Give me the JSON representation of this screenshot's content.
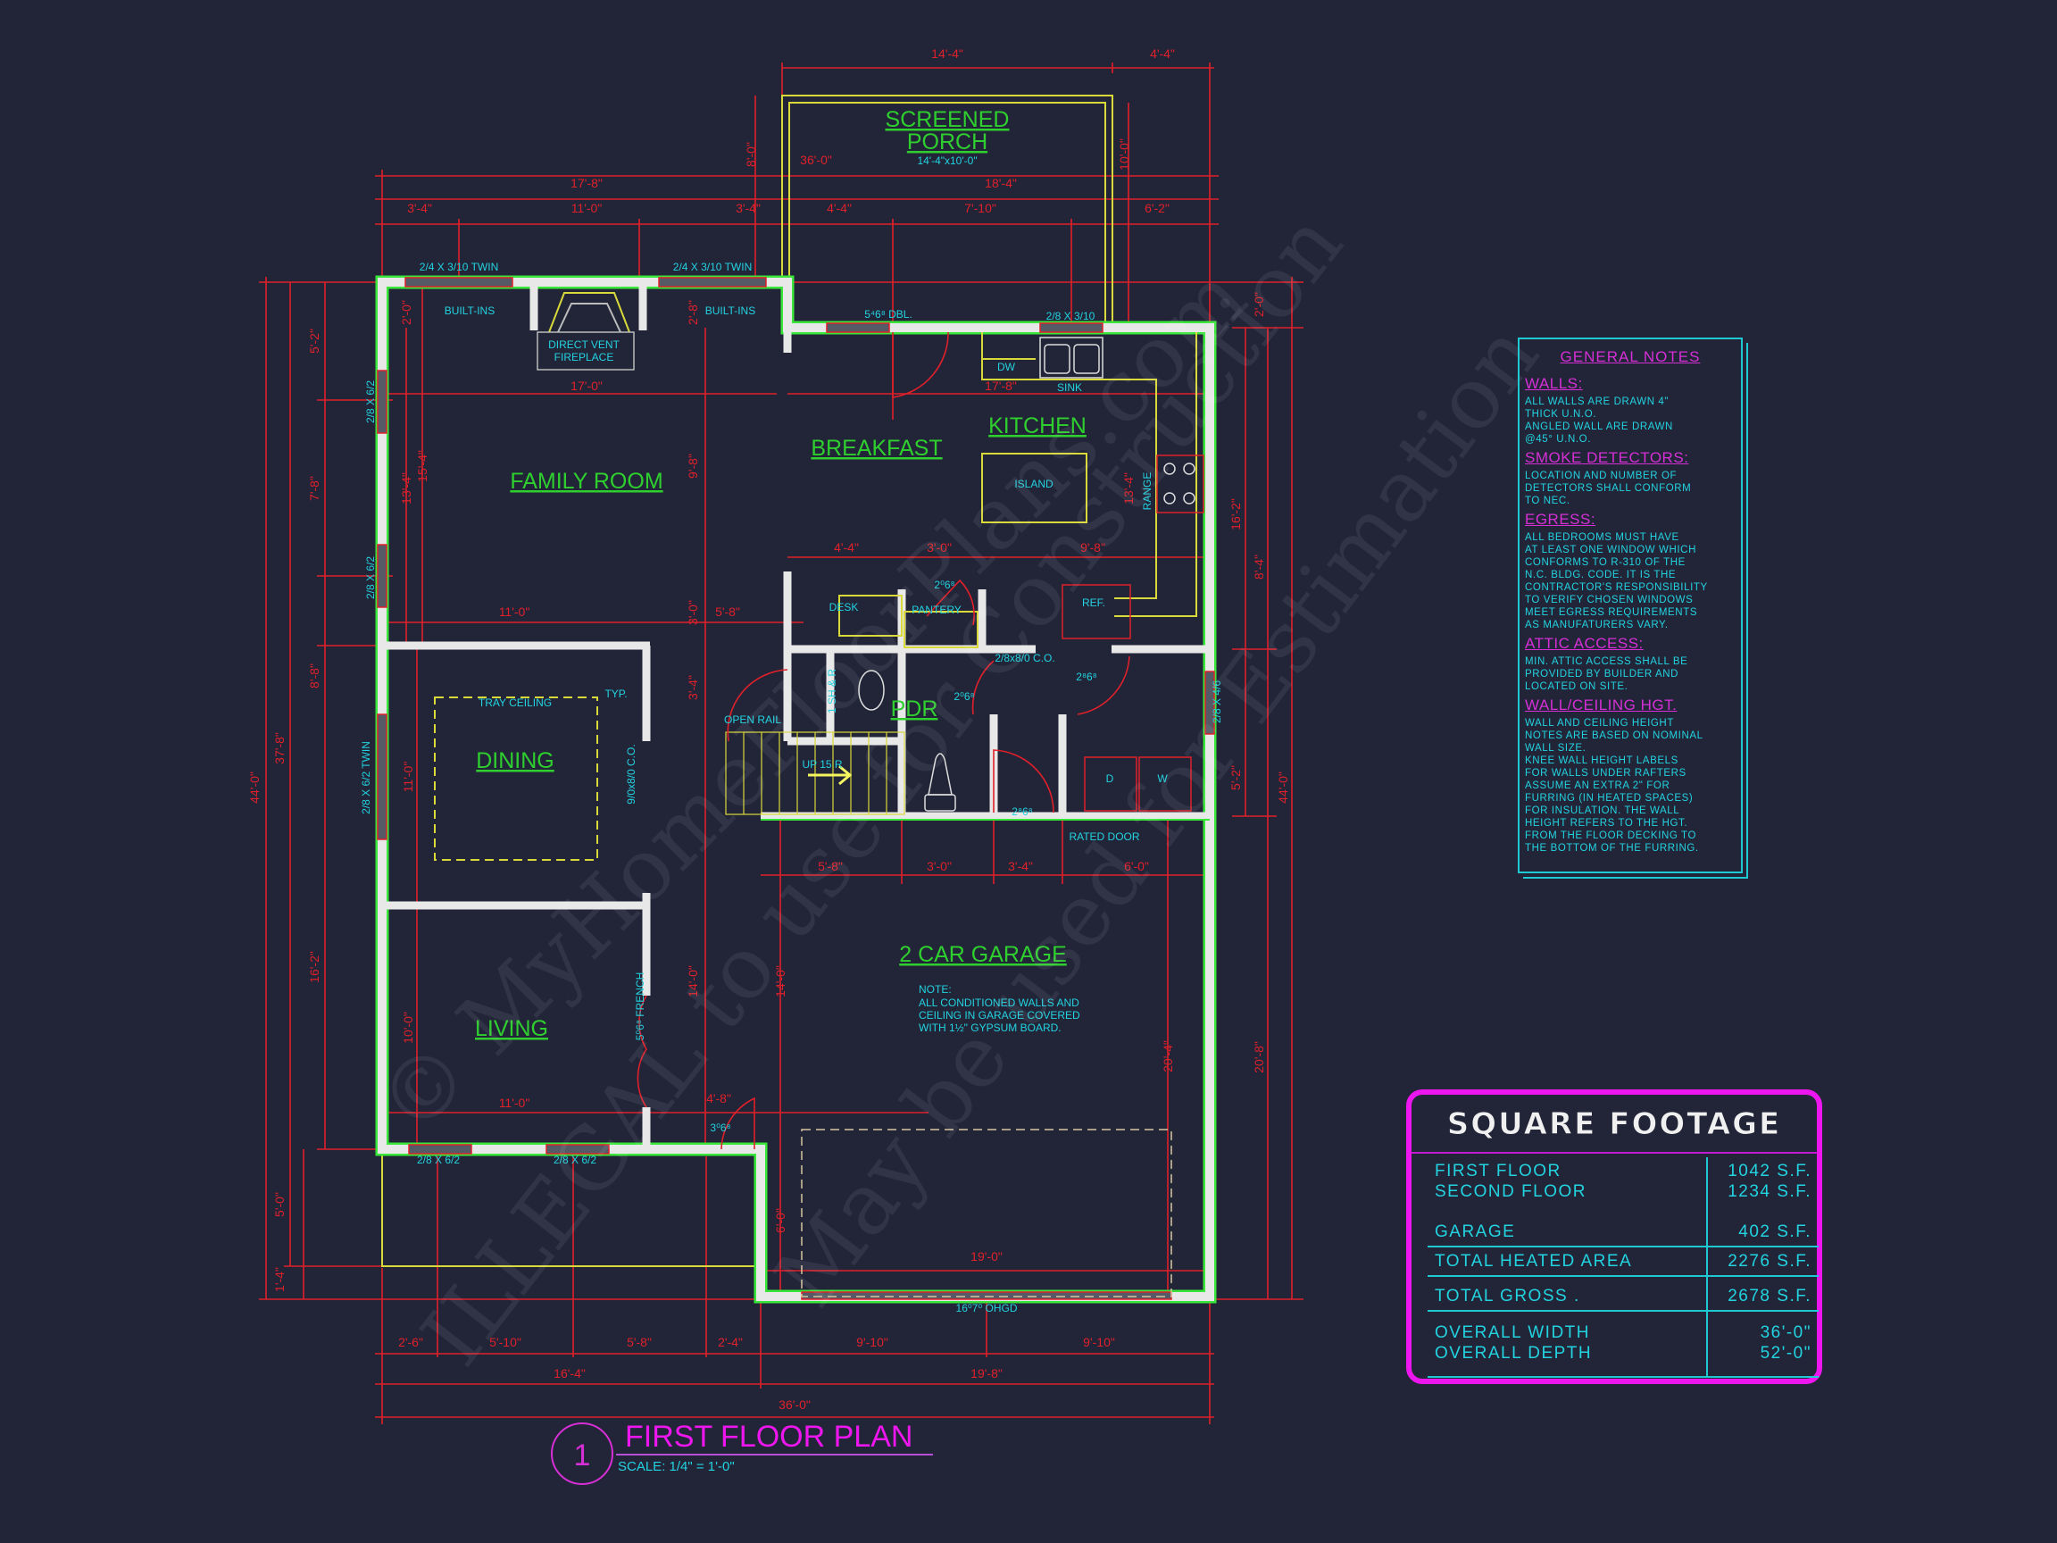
{
  "title": {
    "number": "1",
    "label": "FIRST FLOOR PLAN",
    "scale": "SCALE: 1/4\" = 1'-0\""
  },
  "colors": {
    "background": "#222538",
    "dimension": "#e0202a",
    "annotation": "#22d3e0",
    "room_label": "#2ecf2e",
    "heading": "#ee16ee",
    "wall": "#e8e8e8",
    "outline": "#3be63b",
    "porch": "#d9d93a"
  },
  "rooms": {
    "screened_porch_1": "SCREENED",
    "screened_porch_2": "PORCH",
    "family_room": "FAMILY ROOM",
    "breakfast": "BREAKFAST",
    "kitchen": "KITCHEN",
    "dining": "DINING",
    "living": "LIVING",
    "pdr": "PDR",
    "garage": "2 CAR GARAGE"
  },
  "labels": [
    "2/4 X 3/10 TWIN",
    "2/4 X 3/10 TWIN",
    "BUILT-INS",
    "BUILT-INS",
    "DIRECT VENT",
    "FIREPLACE",
    "5⁴6⁸ DBL.",
    "2/8 X 3/10",
    "DW",
    "SINK",
    "ISLAND",
    "RANGE",
    "DESK",
    "PANTERY",
    "2⁰6⁸",
    "REF.",
    "2/8x8/0 C.O.",
    "2⁸6⁸",
    "2⁰6⁸",
    "TRAY CEILING",
    "TYP.",
    "OPEN RAIL",
    "UP 15 R",
    "1 SH & R",
    "D",
    "W",
    "2⁸6⁸",
    "RATED DOOR",
    "9/0x8/0 C.O.",
    "5⁰6⁸ FRENCH",
    "3⁰6⁸",
    "2/8 X 6/2",
    "2/8 X 6/2",
    "16⁰7⁰ OHGD",
    "2/8 X 6/2",
    "2/8 X 6/2",
    "2/8 X 6/2 TWIN",
    "2/8 X 4/6",
    "14'-4\"x10'-0\""
  ],
  "garage_note": [
    "NOTE:",
    "ALL CONDITIONED WALLS AND",
    "CEILING IN GARAGE COVERED",
    "WITH 1½\" GYPSUM BOARD."
  ],
  "dims": [
    "14'-4\"",
    "4'-4\"",
    "17'-8\"",
    "18'-4\"",
    "3'-4\"",
    "11'-0\"",
    "3'-4\"",
    "4'-4\"",
    "7'-10\"",
    "6'-2\"",
    "8'-0\"",
    "10'-0\"",
    "36'-0\"",
    "2'-6\"",
    "5'-10\"",
    "5'-8\"",
    "2'-4\"",
    "9'-10\"",
    "9'-10\"",
    "16'-4\"",
    "19'-8\"",
    "36'-0\"",
    "44'-0\"",
    "37'-8\"",
    "5'-2\"",
    "7'-8\"",
    "8'-8\"",
    "16'-2\"",
    "5'-0\"",
    "1'-4\"",
    "44'-0\"",
    "20'-8\"",
    "16'-2\"",
    "8'-4\"",
    "5'-2\"",
    "2'-0\"",
    "17'-0\"",
    "17'-8\"",
    "15'-4\"",
    "13'-4\"",
    "9'-8\"",
    "13'-4\"",
    "4'-4\"",
    "3'-0\"",
    "9'-8\"",
    "11'-0\"",
    "5'-8\"",
    "11'-0\"",
    "10'-0\"",
    "11'-0\"",
    "14'-0\"",
    "14'-0\"",
    "20'-4\"",
    "19'-0\"",
    "6'-0\"",
    "5'-8\"",
    "3'-0\"",
    "3'-4\"",
    "6'-0\"",
    "4'-8\"",
    "2'-0\"",
    "2'-8\"",
    "3'-0\"",
    "3'-4\""
  ],
  "general_notes": {
    "title": "GENERAL NOTES",
    "sections": [
      {
        "heading": "WALLS:",
        "body": "ALL WALLS ARE DRAWN 4\"\nTHICK U.N.O.\nANGLED WALL ARE DRAWN\n@45° U.N.O."
      },
      {
        "heading": "SMOKE DETECTORS:",
        "body": "LOCATION AND NUMBER OF\nDETECTORS SHALL CONFORM\nTO NEC."
      },
      {
        "heading": "EGRESS:",
        "body": "ALL BEDROOMS MUST HAVE\nAT LEAST ONE WINDOW WHICH\nCONFORMS TO R-310 OF THE\nN.C. BLDG. CODE. IT IS THE\nCONTRACTOR'S RESPONSIBILITY\nTO VERIFY CHOSEN WINDOWS\nMEET EGRESS REQUIREMENTS\nAS MANUFATURERS VARY."
      },
      {
        "heading": "ATTIC ACCESS:",
        "body": "MIN. ATTIC ACCESS SHALL BE\nPROVIDED BY BUILDER AND\nLOCATED ON SITE."
      },
      {
        "heading": "WALL/CEILING HGT.",
        "body": "WALL AND CEILING HEIGHT\nNOTES ARE BASED ON NOMINAL\nWALL SIZE.\nKNEE WALL HEIGHT LABELS\nFOR WALLS UNDER RAFTERS\nASSUME AN EXTRA 2\" FOR\nFURRING (IN HEATED SPACES)\nFOR INSULATION. THE WALL\nHEIGHT REFERS TO THE HGT.\nFROM THE FLOOR DECKING TO\nTHE BOTTOM OF THE FURRING."
      }
    ]
  },
  "square_footage": {
    "title": "SQUARE FOOTAGE",
    "first_floor": {
      "label": "FIRST FLOOR",
      "value": "1042 S.F."
    },
    "second_floor": {
      "label": "SECOND FLOOR",
      "value": "1234 S.F."
    },
    "garage": {
      "label": "GARAGE",
      "value": "402 S.F."
    },
    "total_heated": {
      "label": "TOTAL HEATED AREA",
      "value": "2276 S.F."
    },
    "total_gross": {
      "label": "TOTAL GROSS .",
      "value": "2678 S.F."
    },
    "overall_width": {
      "label": "OVERALL WIDTH",
      "value": "36'-0\""
    },
    "overall_depth": {
      "label": "OVERALL DEPTH",
      "value": "52'-0\""
    }
  },
  "watermark": [
    "© MyHomeFloorPlans.com",
    "ILLEGAL to use for Construction",
    "May be used for Estimation"
  ]
}
